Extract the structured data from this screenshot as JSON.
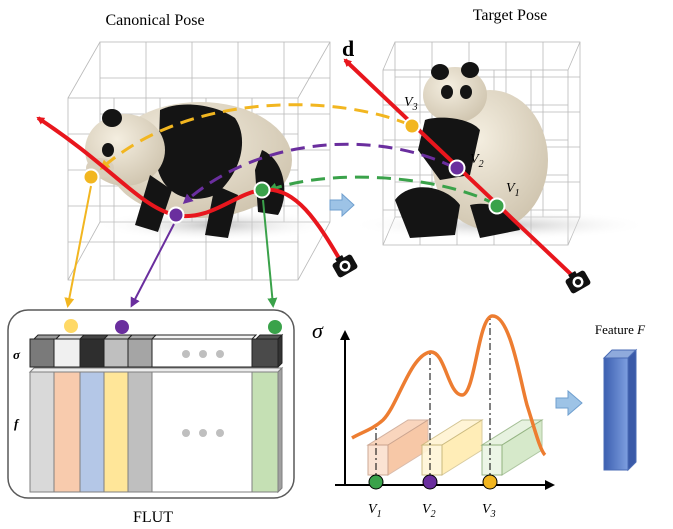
{
  "titles": {
    "canonical": "Canonical Pose",
    "target": "Target Pose"
  },
  "ray_label": "d",
  "points": {
    "v1": "V",
    "v1_sub": "1",
    "v2": "V",
    "v2_sub": "2",
    "v3": "V",
    "v3_sub": "3"
  },
  "flut": {
    "label": "FLUT",
    "sigma": "σ",
    "f": "f"
  },
  "density_plot": {
    "y_label": "σ",
    "x_labels": [
      {
        "main": "V",
        "sub": "1"
      },
      {
        "main": "V",
        "sub": "2"
      },
      {
        "main": "V",
        "sub": "3"
      }
    ]
  },
  "feature": {
    "label": "Feature ",
    "symbol": "F"
  },
  "colors": {
    "ray": "#e8161d",
    "yellow": "#f2b620",
    "purple": "#6a2e9e",
    "green": "#3aa24a",
    "orange_curve": "#ed7d31",
    "arrow_blue": "#9dc3e6",
    "feature_blue": "#4a72c4"
  }
}
